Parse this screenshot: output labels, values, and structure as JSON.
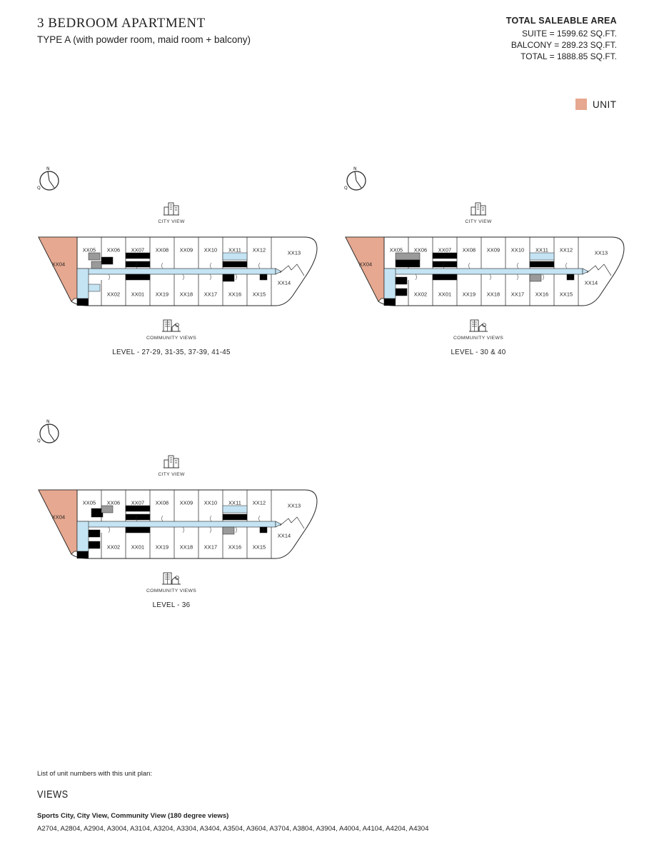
{
  "header": {
    "title": "3 BEDROOM APARTMENT",
    "subtitle": "TYPE A (with powder room, maid room + balcony)"
  },
  "area": {
    "heading": "TOTAL SALEABLE AREA",
    "suite": "SUITE = 1599.62 SQ.FT.",
    "balcony": "BALCONY = 289.23 SQ.FT.",
    "total": "TOTAL = 1888.85 SQ.FT."
  },
  "legend": {
    "label": "UNIT",
    "color": "#e6a890"
  },
  "colors": {
    "unit": "#e6a890",
    "corridor": "#c4e3f3",
    "core": "#000000",
    "service": "#9a9a9a"
  },
  "plans": [
    {
      "city_view": "CITY VIEW",
      "community_views": "COMMUNITY VIEWS",
      "level": "LEVEL - 27-29, 31-35, 37-39, 41-45",
      "units": {
        "u04": "XX04",
        "u05": "XX05",
        "u06": "XX06",
        "u07": "XX07",
        "u08": "XX08",
        "u09": "XX09",
        "u10": "XX10",
        "u11": "XX11",
        "u12": "XX12",
        "u13": "XX13",
        "u14": "XX14",
        "u15": "XX15",
        "u16": "XX16",
        "u17": "XX17",
        "u18": "XX18",
        "u19": "XX19",
        "u01": "XX01",
        "u02": "XX02"
      }
    },
    {
      "city_view": "CITY VIEW",
      "community_views": "COMMUNITY VIEWS",
      "level": "LEVEL - 30 & 40",
      "units": {
        "u04": "XX04",
        "u05": "XX05",
        "u06": "XX06",
        "u07": "XX07",
        "u08": "XX08",
        "u09": "XX09",
        "u10": "XX10",
        "u11": "XX11",
        "u12": "XX12",
        "u13": "XX13",
        "u14": "XX14",
        "u15": "XX15",
        "u16": "XX16",
        "u17": "XX17",
        "u18": "XX18",
        "u19": "XX19",
        "u01": "XX01",
        "u02": "XX02"
      }
    },
    {
      "city_view": "CITY VIEW",
      "community_views": "COMMUNITY VIEWS",
      "level": "LEVEL - 36",
      "units": {
        "u04": "XX04",
        "u05": "XX05",
        "u06": "XX06",
        "u07": "XX07",
        "u08": "XX08",
        "u09": "XX09",
        "u10": "XX10",
        "u11": "XX11",
        "u12": "XX12",
        "u13": "XX13",
        "u14": "XX14",
        "u15": "XX15",
        "u16": "XX16",
        "u17": "XX17",
        "u18": "XX18",
        "u19": "XX19",
        "u01": "XX01",
        "u02": "XX02"
      }
    }
  ],
  "footer": {
    "intro": "List of unit numbers with this unit plan:",
    "views_heading": "VIEWS",
    "views_desc": "Sports City, City View, Community View (180 degree views)",
    "units_list": "A2704, A2804, A2904, A3004, A3104, A3204, A3304, A3404, A3504, A3604, A3704, A3804, A3904, A4004, A4104, A4204, A4304"
  }
}
